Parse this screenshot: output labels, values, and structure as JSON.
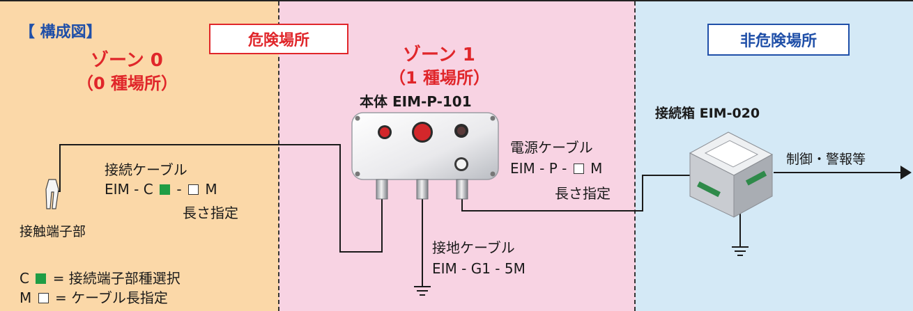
{
  "colors": {
    "zone0_bg": "#fbd8a8",
    "zone1_bg": "#f8d3e3",
    "zone2_bg": "#d4e9f6",
    "accent_red": "#e0262a",
    "accent_blue": "#1f4fa8",
    "green_marker": "#1f9d45"
  },
  "header": {
    "title": "【 構成図】",
    "hazard_label": "危険場所",
    "nonhazard_label": "非危険場所"
  },
  "zone0": {
    "title": "ゾーン 0",
    "subtitle": "（0 種場所）"
  },
  "zone1": {
    "title": "ゾーン 1",
    "subtitle": "（1 種場所）"
  },
  "main_unit": {
    "label": "本体 EIM-P-101"
  },
  "junction_box": {
    "label": "接続箱 EIM-020"
  },
  "contact_part": {
    "label": "接触端子部"
  },
  "connect_cable": {
    "label": "接続ケーブル",
    "code_prefix": "EIM - C",
    "code_sep": "-",
    "code_suffix": "M",
    "length_note": "長さ指定"
  },
  "power_cable": {
    "label": "電源ケーブル",
    "code_prefix": "EIM - P -",
    "code_suffix": "M",
    "length_note": "長さ指定"
  },
  "ground_cable": {
    "label": "接地ケーブル",
    "code": "EIM - G1 - 5M"
  },
  "output": {
    "label": "制御・警報等"
  },
  "legend": {
    "c_prefix": "C",
    "c_text": "= 接続端子部種選択",
    "m_prefix": "M",
    "m_text": "= ケーブル長指定"
  }
}
